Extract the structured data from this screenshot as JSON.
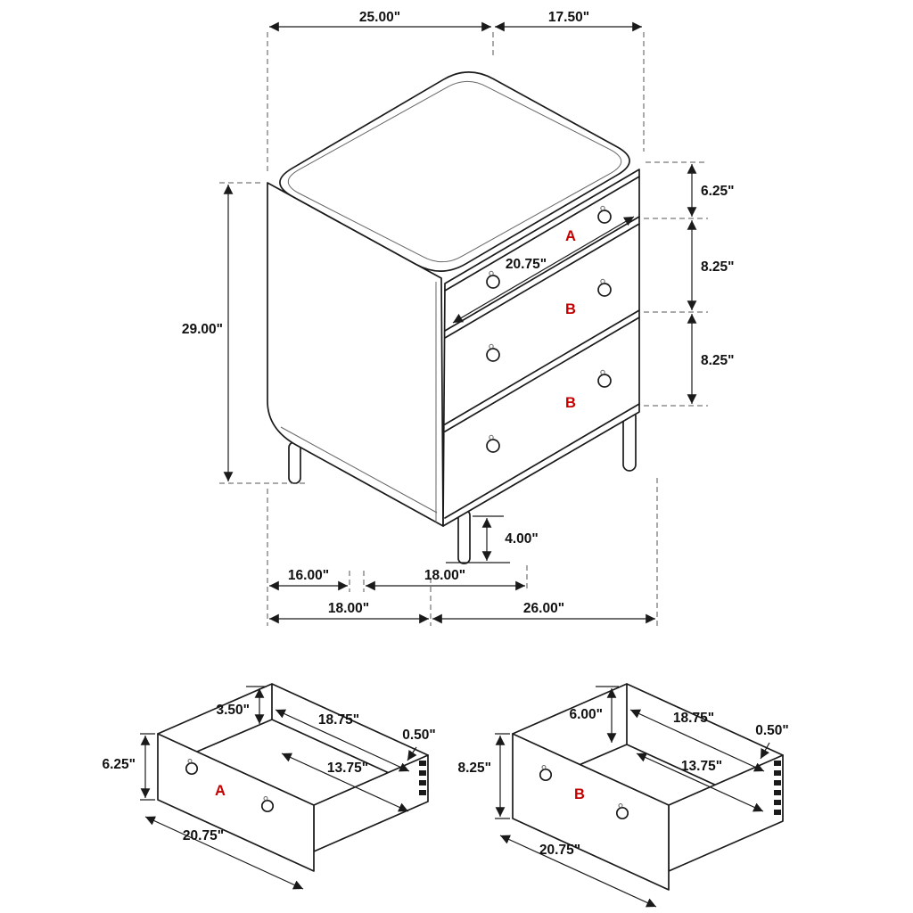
{
  "colors": {
    "label": "#c40000",
    "line": "#1a1a1a"
  },
  "main_view": {
    "description": "3-drawer chest overall dimension drawing",
    "dims": {
      "top_depth": "25.00\"",
      "top_width": "17.50\"",
      "overall_height": "29.00\"",
      "top_drawer_height": "6.25\"",
      "middle_drawer_height": "8.25\"",
      "bottom_drawer_height": "8.25\"",
      "drawer_front_width": "20.75\"",
      "leg_height": "4.00\"",
      "leg_spacing_depth": "16.00\"",
      "leg_spacing_width": "18.00\"",
      "base_depth": "18.00\"",
      "base_width": "26.00\""
    },
    "drawer_labels": {
      "top": "A",
      "middle": "B",
      "bottom": "B"
    }
  },
  "drawer_a": {
    "label": "A",
    "dims": {
      "interior_height": "3.50\"",
      "interior_width_back": "18.75\"",
      "side_thickness": "0.50\"",
      "interior_width_front": "13.75\"",
      "front_height": "6.25\"",
      "front_width": "20.75\""
    }
  },
  "drawer_b": {
    "label": "B",
    "dims": {
      "interior_height": "6.00\"",
      "interior_width_back": "18.75\"",
      "side_thickness": "0.50\"",
      "interior_width_front": "13.75\"",
      "front_height": "8.25\"",
      "front_width": "20.75\""
    }
  }
}
